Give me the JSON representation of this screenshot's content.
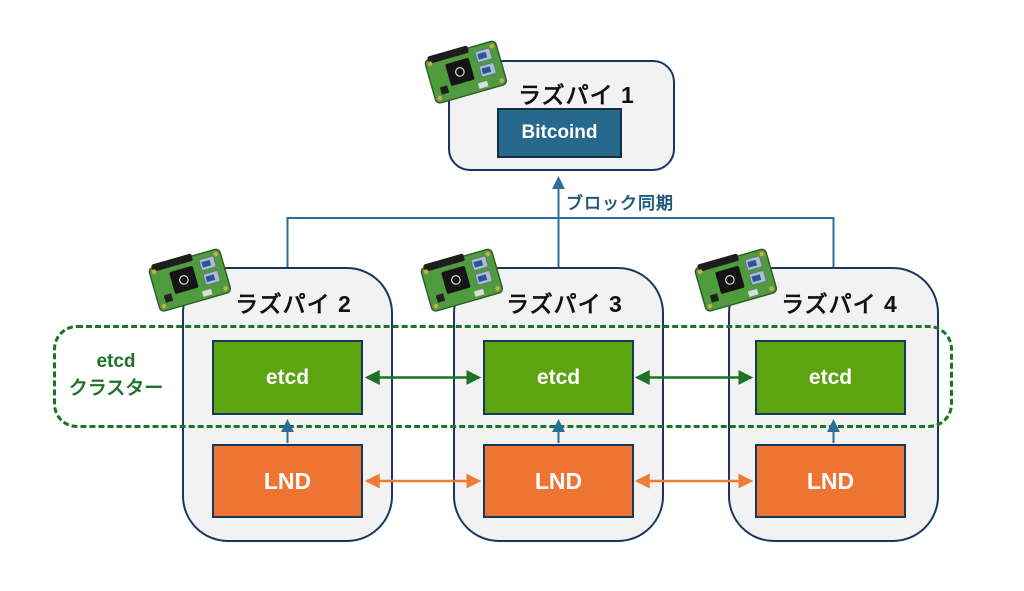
{
  "diagram": {
    "nodes": {
      "pi1": {
        "label": "ラズパイ 1",
        "service": "Bitcoind"
      },
      "pi2": {
        "label": "ラズパイ 2",
        "etcd": "etcd",
        "lnd": "LND"
      },
      "pi3": {
        "label": "ラズパイ 3",
        "etcd": "etcd",
        "lnd": "LND"
      },
      "pi4": {
        "label": "ラズパイ 4",
        "etcd": "etcd",
        "lnd": "LND"
      }
    },
    "edges": {
      "block_sync_label": "ブロック同期"
    },
    "cluster": {
      "label_line1": "etcd",
      "label_line2": "クラスター"
    },
    "colors": {
      "bitcoind_box": "#26698c",
      "etcd_box": "#5ca410",
      "lnd_box": "#ed7433",
      "sync_line": "#2a6f99",
      "etcd_arrow": "#1e7125",
      "lnd_arrow": "#ed7d31",
      "cluster_dash": "#1e7327",
      "container_fill": "#f2f2f2",
      "container_border": "#17375e"
    }
  }
}
